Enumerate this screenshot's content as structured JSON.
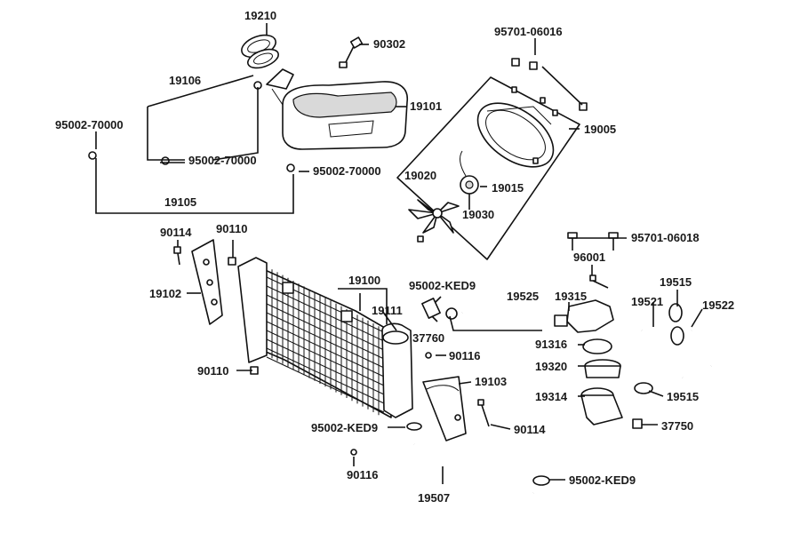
{
  "labels": {
    "l19210": "19210",
    "l90302": "90302",
    "l95701_06016": "95701-06016",
    "l19106": "19106",
    "l19101": "19101",
    "l95002_70000_a": "95002-70000",
    "l95002_70000_b": "95002-70000",
    "l95002_70000_c": "95002-70000",
    "l19005": "19005",
    "l19020": "19020",
    "l19015": "19015",
    "l19030": "19030",
    "l19105": "19105",
    "l95701_06018": "95701-06018",
    "l90114_a": "90114",
    "l90110_a": "90110",
    "l96001": "96001",
    "l19100": "19100",
    "l95002_KED9_a": "95002-KED9",
    "l19525": "19525",
    "l19515_a": "19515",
    "l19102": "19102",
    "l19315": "19315",
    "l19521": "19521",
    "l19522": "19522",
    "l19111": "19111",
    "l37760": "37760",
    "l91316": "91316",
    "l90116_a": "90116",
    "l19320": "19320",
    "l90110_b": "90110",
    "l19103": "19103",
    "l19515_b": "19515",
    "l19314": "19314",
    "l95002_KED9_b": "95002-KED9",
    "l90114_b": "90114",
    "l37750": "37750",
    "l90116_b": "90116",
    "l95002_KED9_c": "95002-KED9",
    "l19507": "19507"
  }
}
